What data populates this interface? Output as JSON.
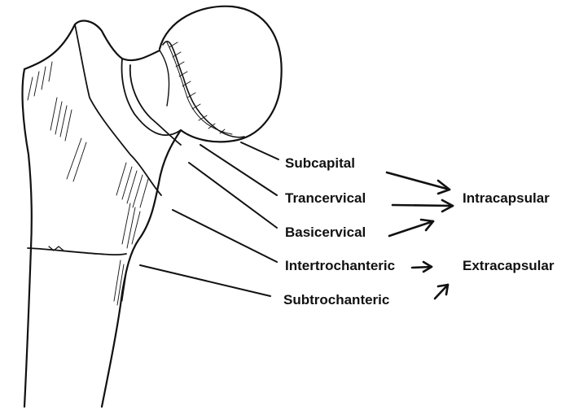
{
  "fracture_labels": {
    "subcapital": "Subcapital",
    "trancervical": "Trancervical",
    "basicervical": "Basicervical",
    "intertrochanteric": "Intertrochanteric",
    "subtrochanteric": "Subtrochanteric"
  },
  "group_labels": {
    "intracapsular": "Intracapsular",
    "extracapsular": "Extracapsular"
  },
  "colors": {
    "ink": "#111111",
    "paper": "#ffffff"
  }
}
